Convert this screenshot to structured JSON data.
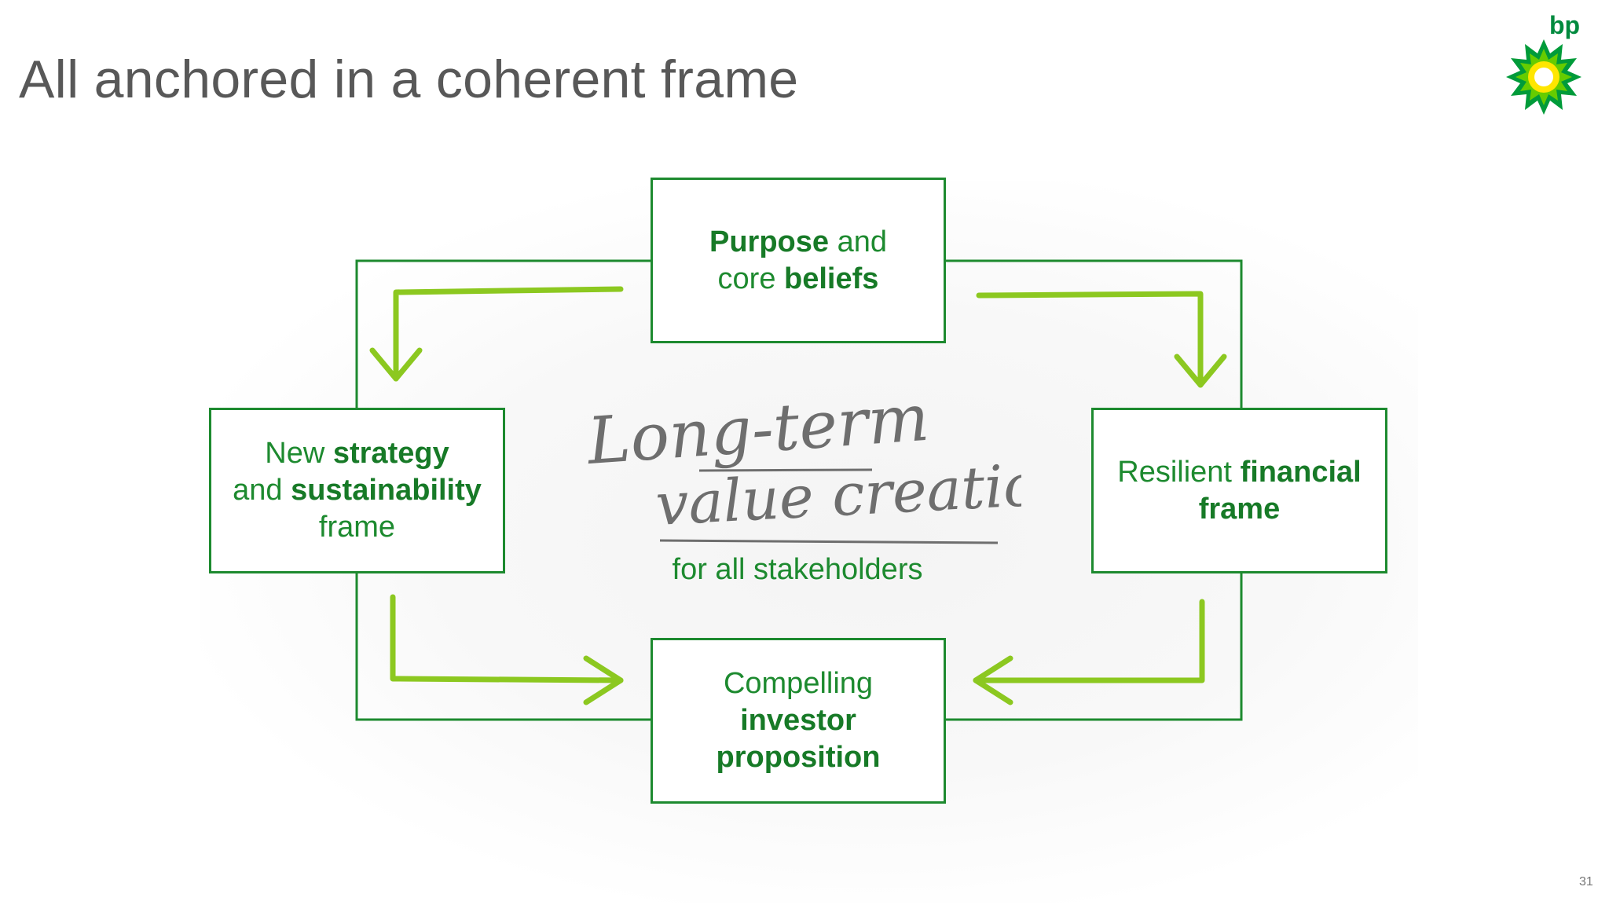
{
  "slide": {
    "title": "All anchored in a coherent frame",
    "page_number": "31"
  },
  "logo": {
    "text": "bp"
  },
  "boxes": {
    "top": {
      "normal_1": "",
      "bold_1": "Purpose",
      "normal_2": " and",
      "normal_3": "core ",
      "bold_2": "beliefs"
    },
    "left": {
      "normal_1": "New ",
      "bold_1": "strategy",
      "normal_2": "and ",
      "bold_2": "sustainability",
      "normal_3": "frame"
    },
    "right": {
      "normal_1": "Resilient ",
      "bold_1": "financial",
      "bold_2": "frame"
    },
    "bottom": {
      "normal_1": "Compelling",
      "bold_1": "investor",
      "bold_2": "proposition"
    }
  },
  "center": {
    "script_line_1": "Long-term",
    "script_line_2": "value creation",
    "subtitle": "for all stakeholders"
  },
  "colors": {
    "frame_green": "#1d8a2f",
    "arrow_lime": "#8cc820",
    "title_grey": "#585858"
  }
}
